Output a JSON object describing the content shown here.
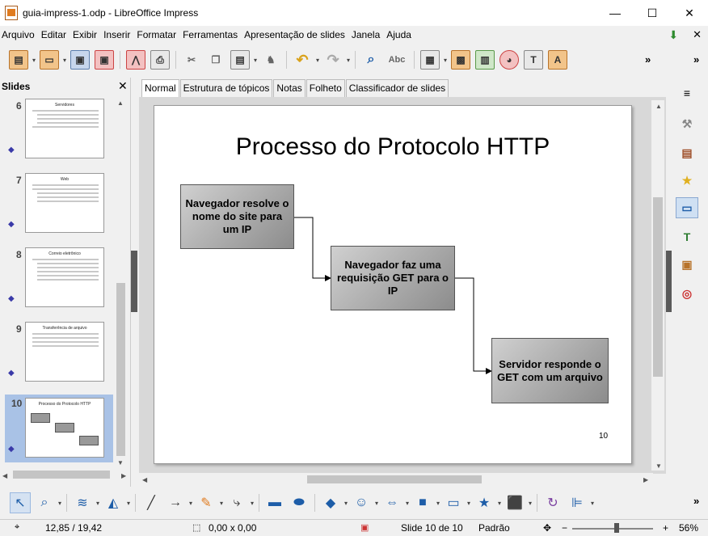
{
  "window": {
    "title": "guia-impress-1.odp - LibreOffice Impress",
    "minimize": "—",
    "maximize": "☐",
    "close": "✕"
  },
  "menu": {
    "items": [
      "Arquivo",
      "Editar",
      "Exibir",
      "Inserir",
      "Formatar",
      "Ferramentas",
      "Apresentação de slides",
      "Janela",
      "Ajuda"
    ],
    "close_doc": "✕"
  },
  "toolbar": {
    "more": "»",
    "spellcheck": "Abc"
  },
  "slides_panel": {
    "title": "Slides",
    "close": "✕",
    "thumbnails": [
      {
        "number": "6",
        "title": "Servidores"
      },
      {
        "number": "7",
        "title": "Web"
      },
      {
        "number": "8",
        "title": "Correio eletrônico"
      },
      {
        "number": "9",
        "title": "Transferência de arquivo"
      },
      {
        "number": "10",
        "title": "Processo do Protocolo HTTP"
      }
    ]
  },
  "view_tabs": [
    "Normal",
    "Estrutura de tópicos",
    "Notas",
    "Folheto",
    "Classificador de slides"
  ],
  "slide": {
    "title": "Processo do Protocolo HTTP",
    "box1": "Navegador resolve o nome do site para um IP",
    "box2": "Navegador faz uma requisição GET para o IP",
    "box3": "Servidor responde o GET com um arquivo",
    "page_number": "10"
  },
  "statusbar": {
    "position": "12,85 / 19,42",
    "size": "0,00 x 0,00",
    "slide": "Slide 10 de 10",
    "master": "Padrão",
    "zoom": "56%"
  },
  "colors": {
    "selected_thumb": "#a9c2e6",
    "box_gradient_start": "#d0d0d0",
    "box_gradient_end": "#8c8c8c"
  }
}
